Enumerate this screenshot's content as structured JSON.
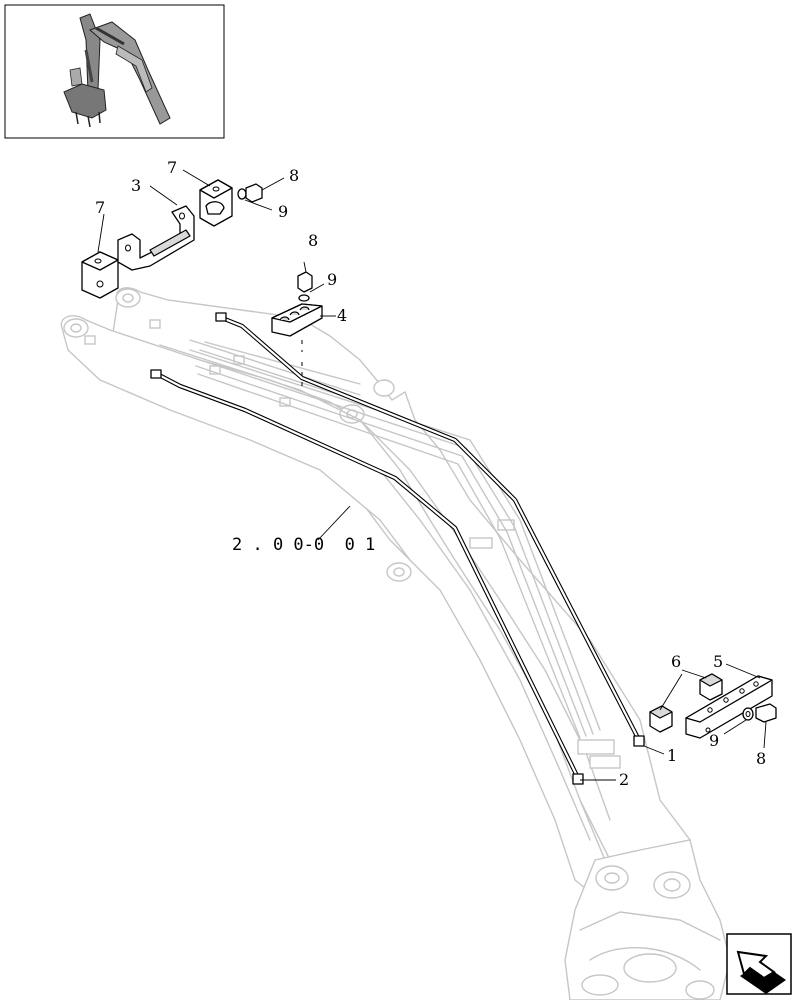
{
  "reference_label": "2 . 0 0-0  0 1",
  "callouts": {
    "c1": "1",
    "c2": "2",
    "c3": "3",
    "c4": "4",
    "c5": "5",
    "c6": "6",
    "c7a": "7",
    "c7b": "7",
    "c8a": "8",
    "c8b": "8",
    "c8c": "8",
    "c9a": "9",
    "c9b": "9",
    "c9c": "9"
  },
  "icons": {
    "thumbnail": "excavator-boom-thumbnail-icon",
    "navigation": "next-page-arrow-icon"
  }
}
